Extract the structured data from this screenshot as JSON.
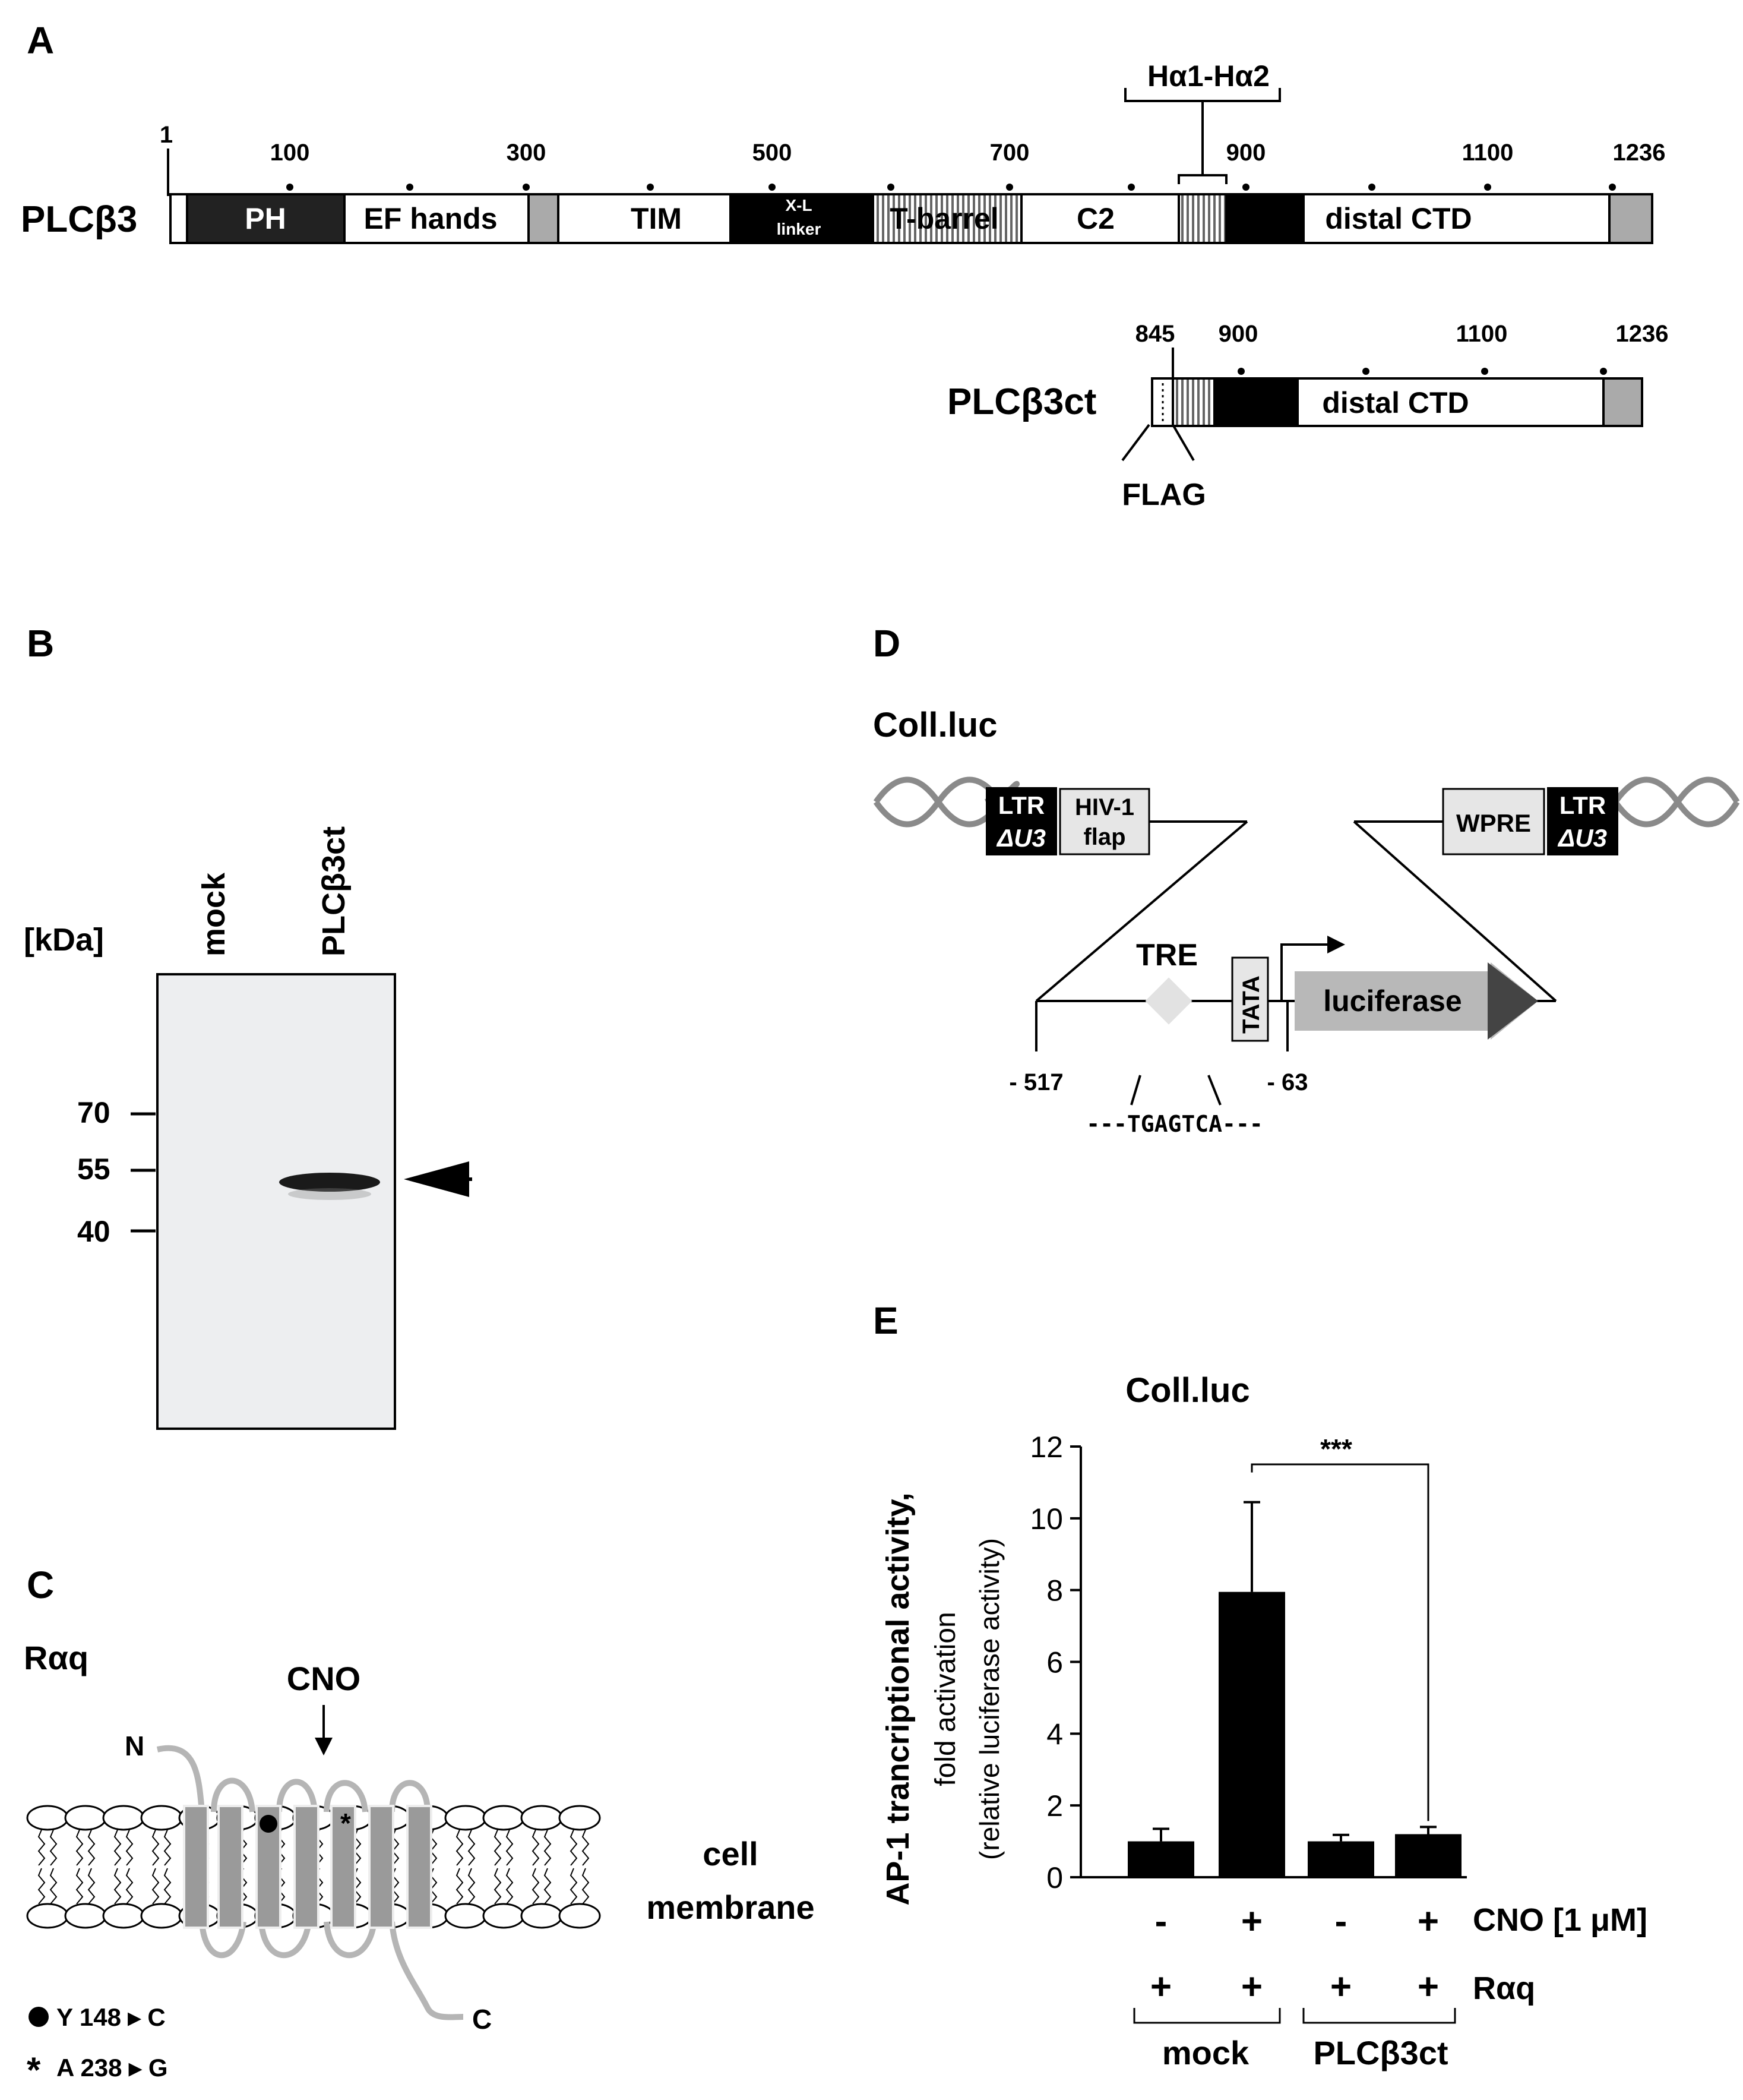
{
  "panels": {
    "a": "A",
    "b": "B",
    "c": "C",
    "d": "D",
    "e": "E"
  },
  "panel_a": {
    "protein_label": "PLCβ3",
    "helix_label": "Hα1-Hα2",
    "ticks": [
      "1",
      "100",
      "300",
      "500",
      "700",
      "900",
      "1100",
      "1236"
    ],
    "domains": {
      "ph": "PH",
      "ef": "EF hands",
      "tim": "TIM",
      "xl_line1": "X-L",
      "xl_line2": "linker",
      "tbarrel": "T-barrel",
      "c2": "C2",
      "dctd": "distal CTD"
    },
    "ct_label": "PLCβ3ct",
    "ct_ticks": [
      "845",
      "900",
      "1100",
      "1236"
    ],
    "ct_dctd": "distal CTD",
    "flag": "FLAG"
  },
  "panel_b": {
    "unit": "[kDa]",
    "lanes": [
      "mock",
      "PLCβ3ct"
    ],
    "markers": [
      "70",
      "55",
      "40"
    ]
  },
  "panel_c": {
    "receptor": "Rαq",
    "ligand": "CNO",
    "n_term": "N",
    "c_term": "C",
    "membrane_line1": "cell",
    "membrane_line2": "membrane",
    "mutation1": "Y 148 ▸ C",
    "mutation2": "A 238 ▸ G"
  },
  "panel_d": {
    "construct": "Coll.luc",
    "ltr": "LTR",
    "du3": "ΔU3",
    "hiv_line1": "HIV-1",
    "hiv_line2": "flap",
    "wpre": "WPRE",
    "tre": "TRE",
    "tata": "TATA",
    "luciferase": "luciferase",
    "pos_left": "- 517",
    "pos_right": "- 63",
    "sequence": "---TGAGTCA---"
  },
  "panel_e": {
    "significance": "***",
    "row1_label": "CNO [1 μM]",
    "row2_label": "Rαq",
    "row1_signs": [
      "-",
      "+",
      "-",
      "+"
    ],
    "row2_signs": [
      "+",
      "+",
      "+",
      "+"
    ],
    "group_labels": [
      "mock",
      "PLCβ3ct"
    ]
  },
  "chart_data": {
    "type": "bar",
    "title": "Coll.luc",
    "ylabel_line1": "AP-1 trancriptional activity,",
    "ylabel_line2": "fold activation",
    "ylabel_line3": "(relative luciferase activity)",
    "yticks": [
      "0",
      "2",
      "4",
      "6",
      "8",
      "10",
      "12"
    ],
    "ylim": [
      0,
      12
    ],
    "values": [
      1.0,
      7.95,
      1.0,
      1.2
    ],
    "errors": [
      0.35,
      2.5,
      0.18,
      0.2
    ],
    "bar_color": "#000000"
  }
}
